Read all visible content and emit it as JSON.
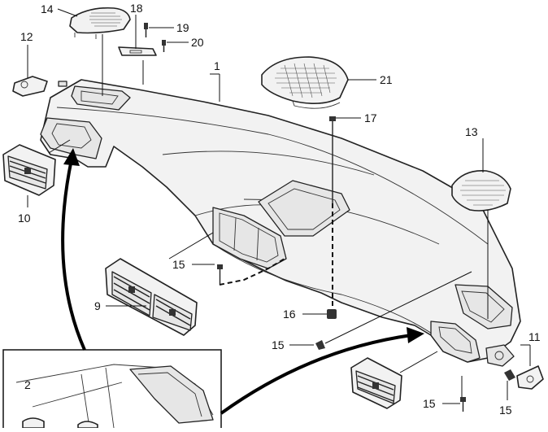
{
  "callouts": [
    {
      "id": "c14",
      "text": "14"
    },
    {
      "id": "c18",
      "text": "18"
    },
    {
      "id": "c19",
      "text": "19"
    },
    {
      "id": "c12",
      "text": "12"
    },
    {
      "id": "c20",
      "text": "20"
    },
    {
      "id": "c1",
      "text": "1"
    },
    {
      "id": "c21",
      "text": "21"
    },
    {
      "id": "c17",
      "text": "17"
    },
    {
      "id": "c13",
      "text": "13"
    },
    {
      "id": "c10",
      "text": "10"
    },
    {
      "id": "c15a",
      "text": "15"
    },
    {
      "id": "c9",
      "text": "9"
    },
    {
      "id": "c16",
      "text": "16"
    },
    {
      "id": "c15b",
      "text": "15"
    },
    {
      "id": "c11",
      "text": "11"
    },
    {
      "id": "c2",
      "text": "2"
    },
    {
      "id": "c15c",
      "text": "15"
    },
    {
      "id": "c15d",
      "text": "15"
    }
  ]
}
